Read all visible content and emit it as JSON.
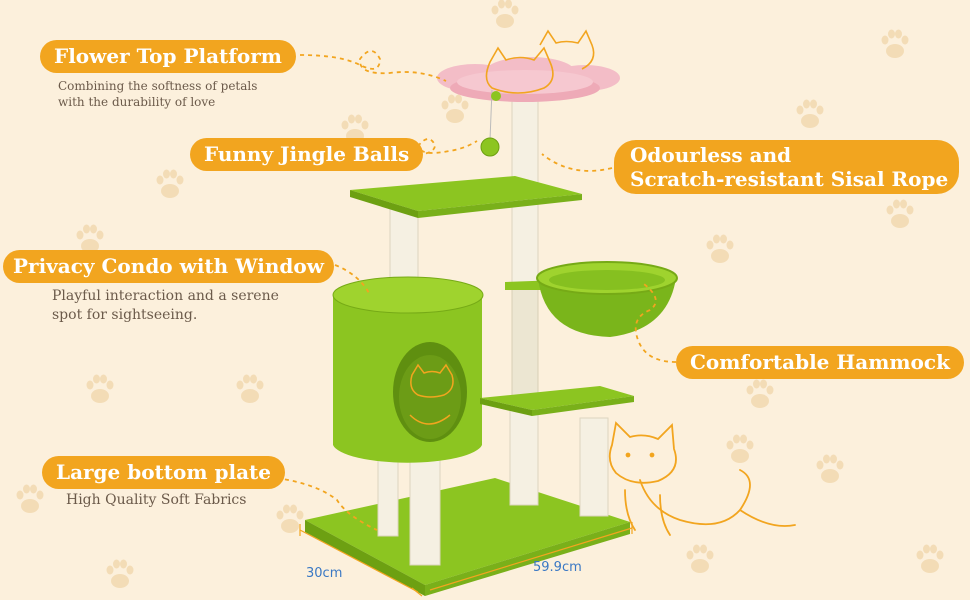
{
  "labels": {
    "flower_top": {
      "title": "Flower Top Platform",
      "desc_line1": "Combining the softness of petals",
      "desc_line2": "with the durability of love"
    },
    "jingle": {
      "title": "Funny Jingle Balls"
    },
    "sisal": {
      "line1": "Odourless and",
      "line2": "Scratch-resistant Sisal Rope"
    },
    "condo": {
      "title": "Privacy Condo with Window",
      "desc_line1": "Playful interaction and a serene",
      "desc_line2": "spot for sightseeing."
    },
    "hammock": {
      "title": "Comfortable Hammock"
    },
    "bottom": {
      "title": "Large bottom plate",
      "desc": "High Quality Soft Fabrics"
    }
  },
  "dimensions": {
    "depth": "30cm",
    "width": "59.9cm"
  },
  "colors": {
    "background": "#fcf0dc",
    "accent": "#f2a51f",
    "fabric_green": "#8cc521",
    "fabric_pink": "#f3bdc7",
    "sisal": "#ece6d2"
  }
}
